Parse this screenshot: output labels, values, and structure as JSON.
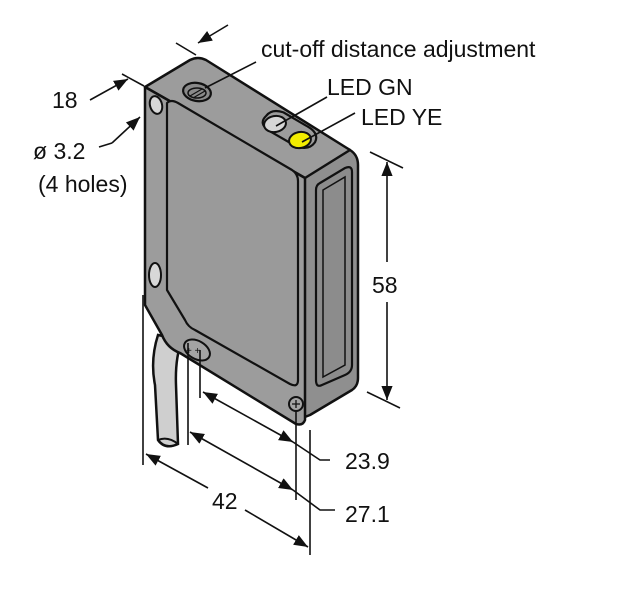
{
  "diagram": {
    "type": "dimension-drawing",
    "subject": "rectangular photoelectric sensor with cable",
    "colors": {
      "body": "#9c9c9c",
      "body_side": "#8f8f8f",
      "outline": "#111111",
      "cable": "#cfcfcf",
      "led_gn": "#d6d6d6",
      "led_ye": "#f2ec00",
      "hole": "#d8d8d8"
    },
    "labels": {
      "cutoff": "cut-off distance adjustment",
      "led_gn": "LED GN",
      "led_ye": "LED YE",
      "hole_dia": "ø 3.2",
      "hole_count": "(4 holes)"
    },
    "dimensions": {
      "depth": "18",
      "height": "58",
      "width": "42",
      "hole_spacing_inner": "23.9",
      "hole_spacing_outer": "27.1"
    }
  }
}
